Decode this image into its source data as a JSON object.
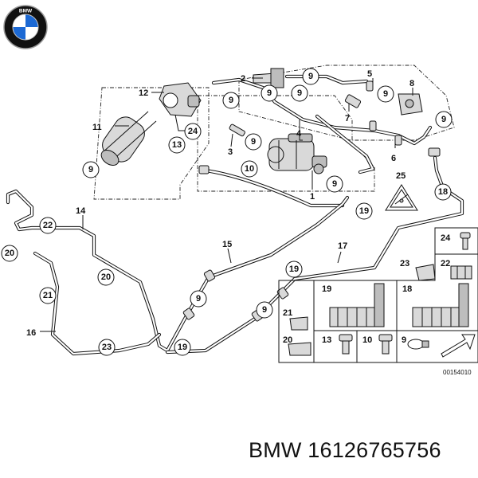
{
  "callouts": {
    "n1": "1",
    "n2": "2",
    "n3": "3",
    "n4": "4",
    "n5": "5",
    "n6": "6",
    "n7": "7",
    "n8": "8",
    "n9": "9",
    "n10": "10",
    "n11": "11",
    "n12": "12",
    "n13": "13",
    "n14": "14",
    "n15": "15",
    "n16": "16",
    "n17": "17",
    "n18": "18",
    "n19": "19",
    "n20": "20",
    "n21": "21",
    "n22": "22",
    "n23": "23",
    "n24": "24",
    "n25": "25"
  },
  "diagram_code": "00154010",
  "caption": "BMW 16126765756",
  "logo": {
    "icon": "bmw-roundel-icon",
    "text": "BMW",
    "colors": {
      "blue": "#1c69d4",
      "black": "#111111",
      "white": "#ffffff"
    }
  }
}
